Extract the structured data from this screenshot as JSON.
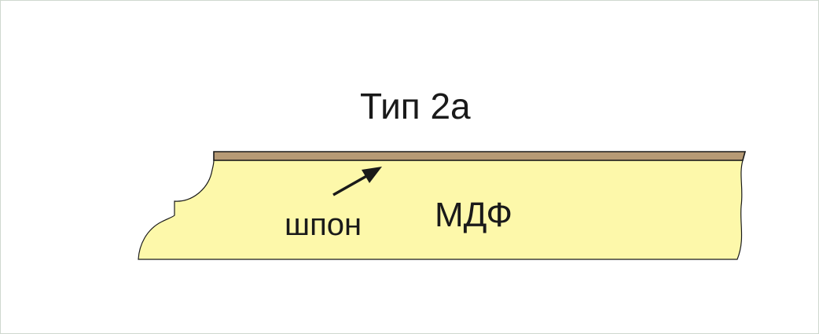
{
  "diagram": {
    "title": "Тип 2а",
    "veneer_label": "шпон",
    "mdf_label": "МДФ"
  },
  "colors": {
    "mdf_fill": "#fdf8aa",
    "veneer_fill": "#b69a75",
    "outline": "#1a1a1a",
    "frame": "#cfd8cf"
  }
}
